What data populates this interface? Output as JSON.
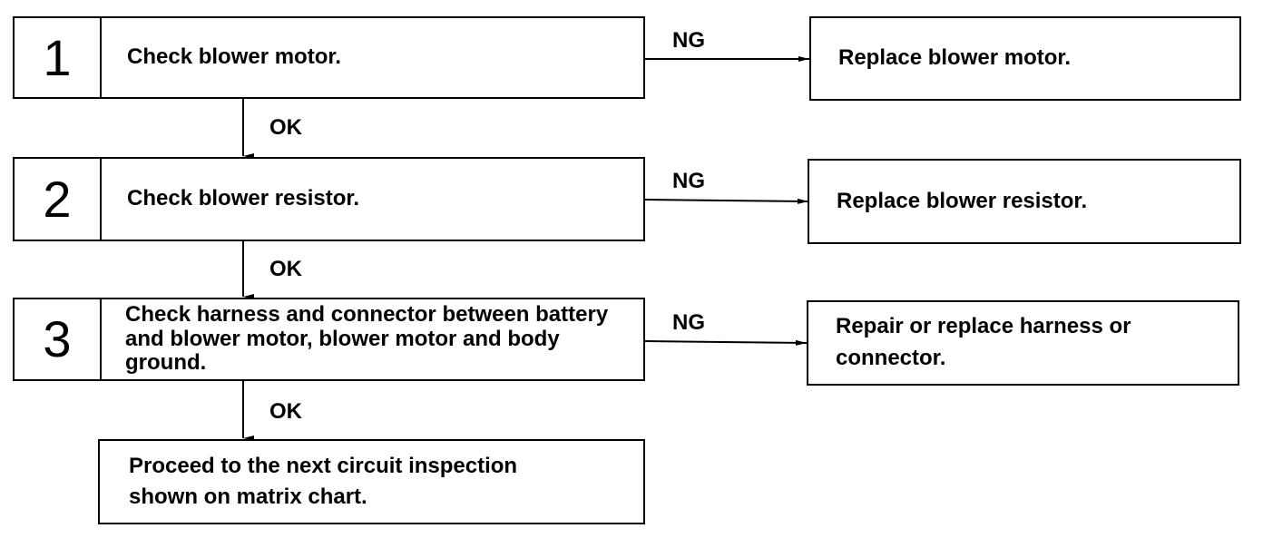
{
  "steps": [
    {
      "number": "1",
      "text": "Check blower motor."
    },
    {
      "number": "2",
      "text": "Check blower resistor."
    },
    {
      "number": "3",
      "text": "Check harness and connector between battery and blower motor, blower motor and body ground."
    }
  ],
  "ng_results": [
    {
      "text": "Replace blower motor."
    },
    {
      "text": "Replace blower resistor."
    },
    {
      "text": "Repair or replace harness or connector."
    }
  ],
  "labels": {
    "ng": "NG",
    "ok": "OK"
  },
  "final_step": {
    "text": "Proceed to the next circuit inspection shown on matrix chart."
  }
}
